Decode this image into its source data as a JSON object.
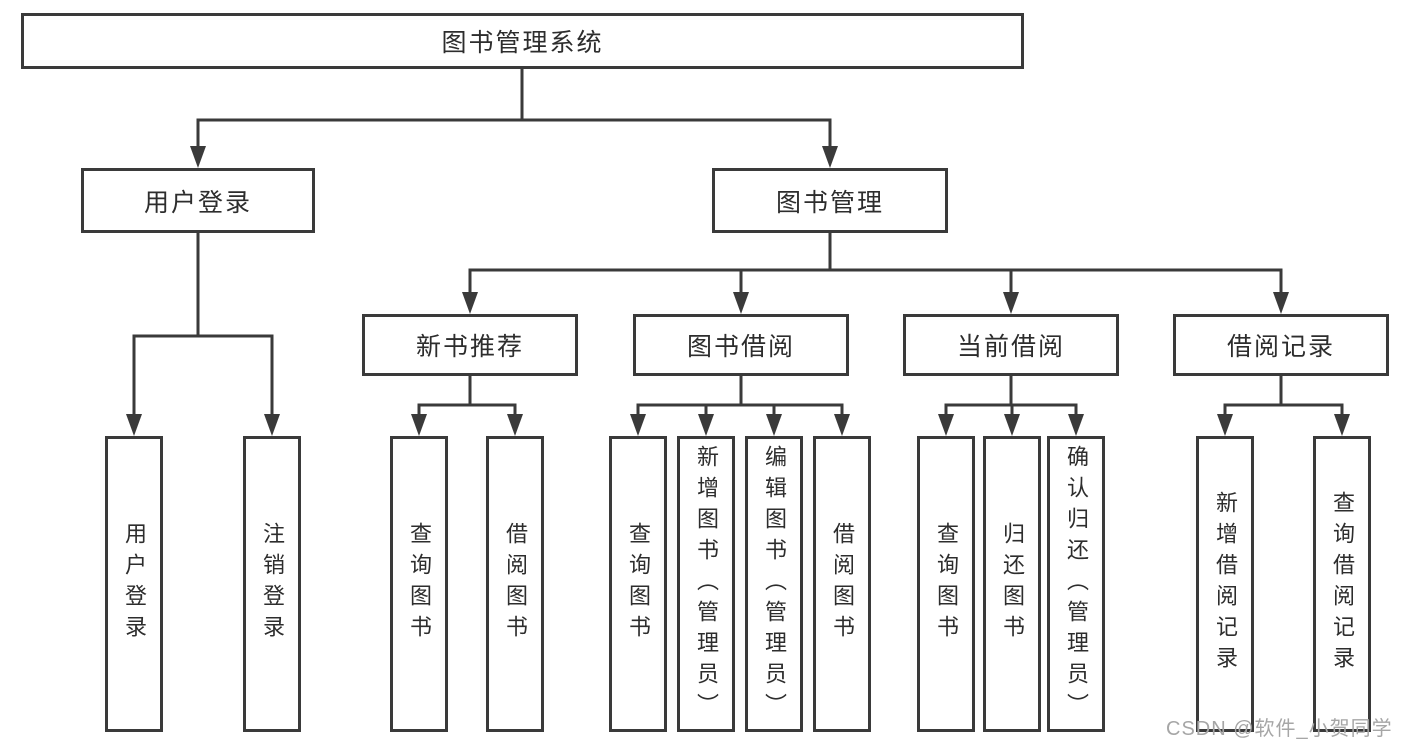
{
  "diagram_title": "图书管理系统",
  "tree": {
    "label": "图书管理系统",
    "children": [
      {
        "label": "用户登录",
        "children": [
          {
            "label": "用户登录"
          },
          {
            "label": "注销登录"
          }
        ]
      },
      {
        "label": "图书管理",
        "children": [
          {
            "label": "新书推荐",
            "children": [
              {
                "label": "查询图书"
              },
              {
                "label": "借阅图书"
              }
            ]
          },
          {
            "label": "图书借阅",
            "children": [
              {
                "label": "查询图书"
              },
              {
                "label": "新增图书（管理员）"
              },
              {
                "label": "编辑图书（管理员）"
              },
              {
                "label": "借阅图书"
              }
            ]
          },
          {
            "label": "当前借阅",
            "children": [
              {
                "label": "查询图书"
              },
              {
                "label": "归还图书"
              },
              {
                "label": "确认归还（管理员）"
              }
            ]
          },
          {
            "label": "借阅记录",
            "children": [
              {
                "label": "新增借阅记录"
              },
              {
                "label": "查询借阅记录"
              }
            ]
          }
        ]
      }
    ]
  },
  "watermark": {
    "text": "CSDN @软件_小贺同学"
  },
  "colors": {
    "line": "#3a3a3a",
    "text": "#2d2d2d",
    "background": "#ffffff",
    "watermark": "#a6a6a6"
  }
}
